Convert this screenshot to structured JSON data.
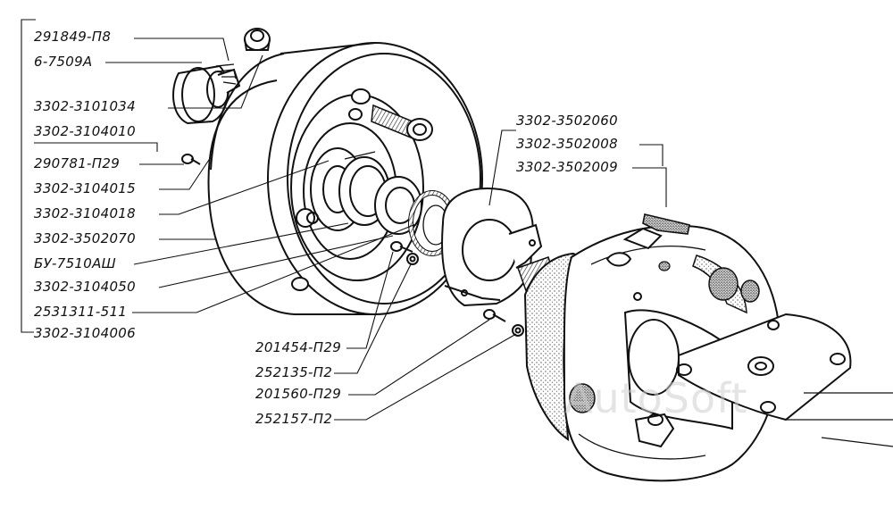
{
  "labels": {
    "l1": "291849-П8",
    "l2": "6-7509А",
    "l3": "3302-3101034",
    "l4": "3302-3104010",
    "l5": "290781-П29",
    "l6": "3302-3104015",
    "l7": "3302-3104018",
    "l8": "3302-3502070",
    "l9": "БУ-7510АШ",
    "l10": "3302-3104050",
    "l11": "2531311-511",
    "l12": "3302-3104006",
    "r1": "3302-3502060",
    "r2": "3302-3502008",
    "r3": "3302-3502009",
    "b1": "201454-П29",
    "b2": "252135-П2",
    "b3": "201560-П29",
    "b4": "252157-П2"
  },
  "watermark": "AutoSoft",
  "colors": {
    "ink": "#111111",
    "stipple": "#555555",
    "watermark": "#cfcfcf"
  }
}
